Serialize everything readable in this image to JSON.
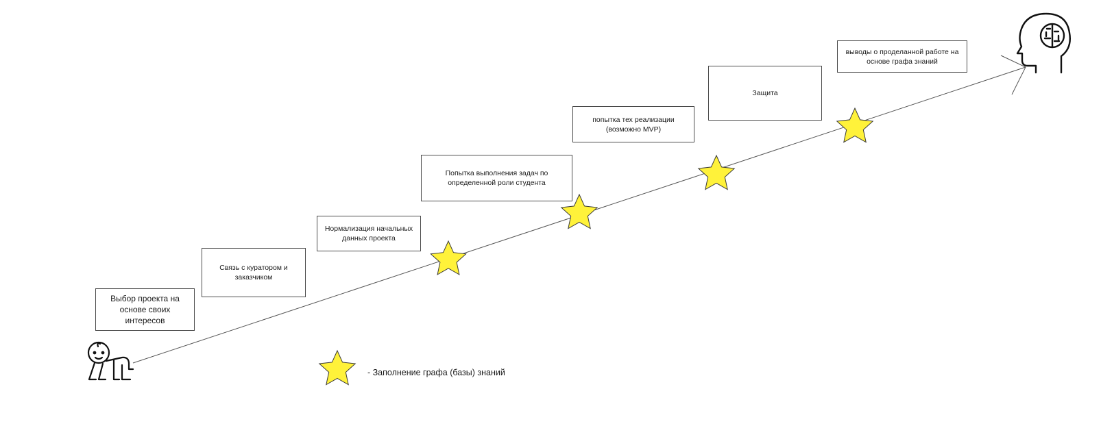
{
  "steps": [
    "Выбор проекта на основе своих интересов",
    "Связь с куратором и заказчиком",
    "Нормализация начальных данных проекта",
    "Попытка выполнения задач по определенной роли студента",
    "попытка тех реализации (возможно MVP)",
    "Защита",
    "выводы о проделанной работе на основе графа знаний"
  ],
  "legend": {
    "label": "- Заполнение графа (базы) знаний"
  },
  "colors": {
    "star_fill": "#fff23a",
    "star_stroke": "#3a3a3a",
    "line": "#555555",
    "box_border": "#4a4a4a"
  },
  "icons": {
    "start": "crawling-baby-icon",
    "end": "head-brain-icon",
    "milestone": "star-icon"
  }
}
